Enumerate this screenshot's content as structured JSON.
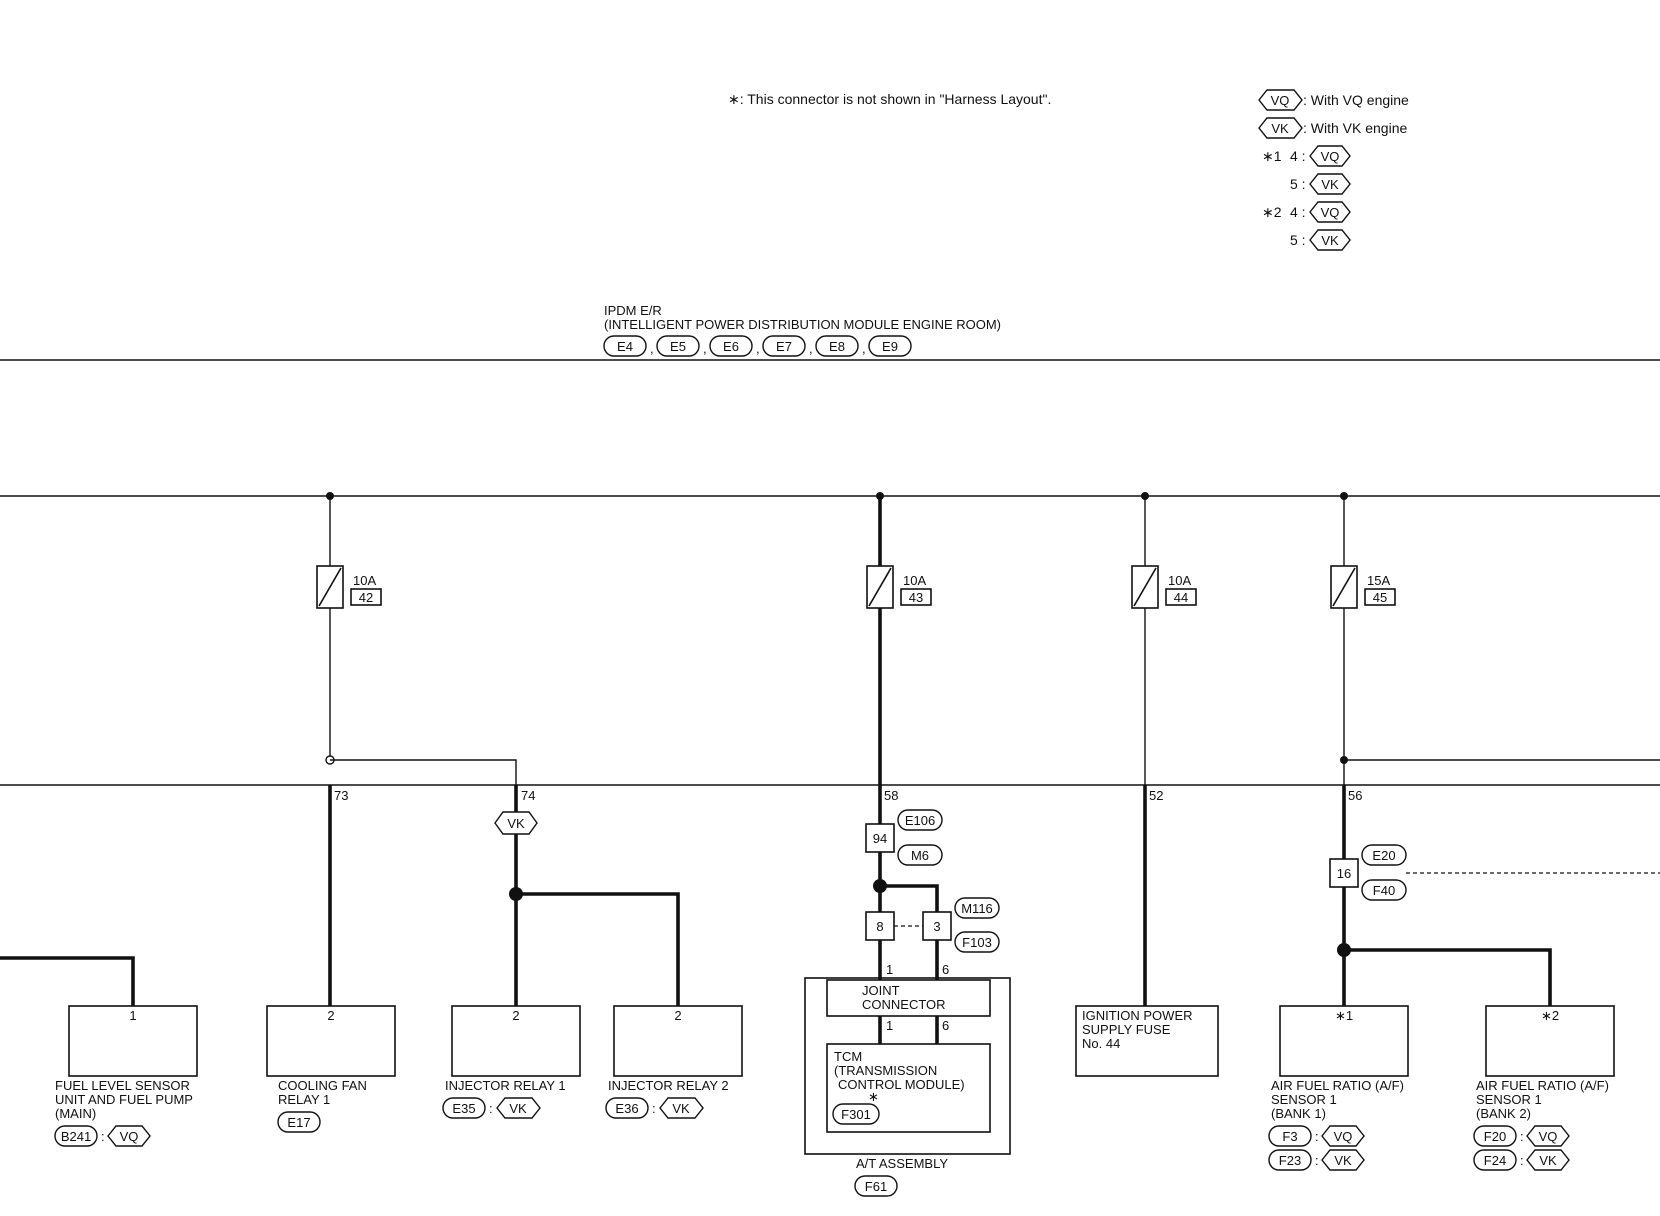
{
  "legend": {
    "note": "∗: This connector is not shown in \"Harness Layout\".",
    "vq_tag": "VQ",
    "vq_text": ": With VQ engine",
    "vk_tag": "VK",
    "vk_text": ": With VK engine",
    "star1": "∗1",
    "star2": "∗2",
    "pin4": "4 :",
    "pin5": "5 :"
  },
  "ipdm": {
    "line1": "IPDM E/R",
    "line2": "(INTELLIGENT POWER DISTRIBUTION MODULE ENGINE ROOM)",
    "connectors": [
      "E4",
      "E5",
      "E6",
      "E7",
      "E8",
      "E9"
    ],
    "sep": ","
  },
  "fuses": [
    {
      "amp": "10A",
      "num": "42"
    },
    {
      "amp": "10A",
      "num": "43"
    },
    {
      "amp": "10A",
      "num": "44"
    },
    {
      "amp": "15A",
      "num": "45"
    }
  ],
  "pins": {
    "p73": "73",
    "p74": "74",
    "p58": "58",
    "p52": "52",
    "p56": "56"
  },
  "splice": {
    "c94": "94",
    "e106": "E106",
    "m6": "M6",
    "c8": "8",
    "c3": "3",
    "m116": "M116",
    "f103": "F103",
    "c16": "16",
    "e20": "E20",
    "f40": "F40",
    "jp1": "1",
    "jp6": "6",
    "tp1": "1",
    "tp6": "6"
  },
  "components": {
    "fuel": {
      "pin": "1",
      "lines": [
        "FUEL LEVEL SENSOR",
        "UNIT AND FUEL PUMP",
        "(MAIN)"
      ],
      "conn": "B241",
      "sep": ":",
      "tag": "VQ"
    },
    "fan": {
      "pin": "2",
      "lines": [
        "COOLING FAN",
        "RELAY 1"
      ],
      "conn": "E17"
    },
    "inj1": {
      "pin": "2",
      "lines": [
        "INJECTOR RELAY 1"
      ],
      "conn": "E35",
      "sep": ":",
      "tag": "VK"
    },
    "inj2": {
      "pin": "2",
      "lines": [
        "INJECTOR RELAY 2"
      ],
      "conn": "E36",
      "sep": ":",
      "tag": "VK"
    },
    "joint": {
      "lines": [
        "JOINT",
        "CONNECTOR"
      ]
    },
    "tcm": {
      "lines": [
        "TCM",
        "(TRANSMISSION",
        "CONTROL MODULE)"
      ],
      "conn": "F301",
      "star": "∗"
    },
    "at": {
      "label": "A/T ASSEMBLY",
      "conn": "F61"
    },
    "ign": {
      "lines": [
        "IGNITION POWER",
        "SUPPLY FUSE",
        "No. 44"
      ]
    },
    "af1": {
      "pin": "∗1",
      "lines": [
        "AIR FUEL RATIO (A/F)",
        "SENSOR 1",
        "(BANK 1)"
      ],
      "conn_a": "F3",
      "tag_a": "VQ",
      "conn_b": "F23",
      "tag_b": "VK",
      "sep": ":"
    },
    "af2": {
      "pin": "∗2",
      "lines": [
        "AIR FUEL RATIO (A/F)",
        "SENSOR 1",
        "(BANK 2)"
      ],
      "conn_a": "F20",
      "tag_a": "VQ",
      "conn_b": "F24",
      "tag_b": "VK",
      "sep": ":"
    }
  },
  "vk_tag_74": "VK"
}
